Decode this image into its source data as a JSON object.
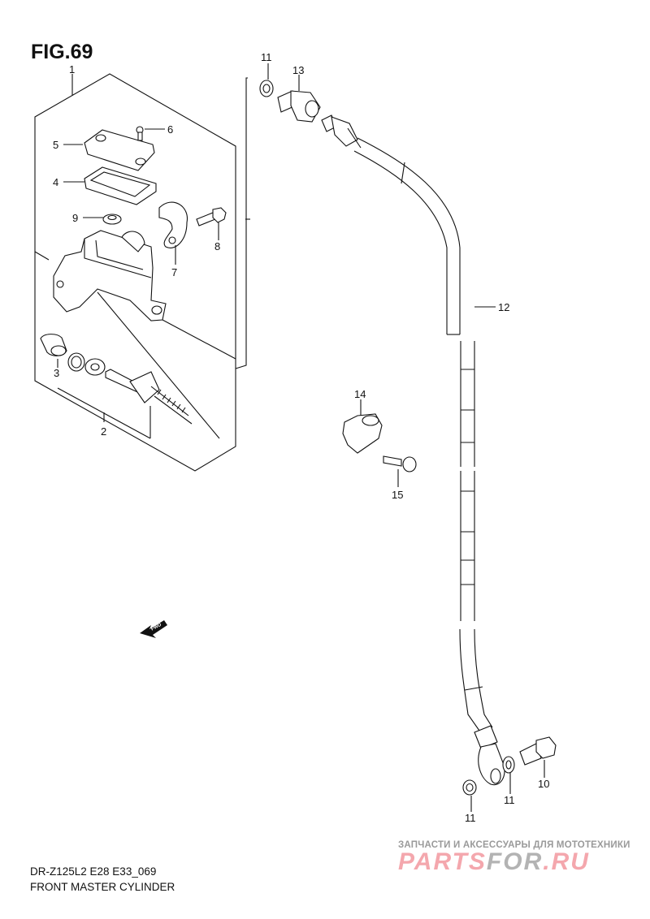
{
  "figure": {
    "title": "FIG.69",
    "model_code": "DR-Z125L2 E28 E33_069",
    "name": "FRONT MASTER CYLINDER"
  },
  "callouts": {
    "c1": "1",
    "c2": "2",
    "c3": "3",
    "c4": "4",
    "c5": "5",
    "c6": "6",
    "c7": "7",
    "c8": "8",
    "c9": "9",
    "c10": "10",
    "c11a": "11",
    "c11b": "11",
    "c11c": "11",
    "c12": "12",
    "c13": "13",
    "c14": "14",
    "c15": "15"
  },
  "direction_marker": {
    "label": "FWD",
    "icon": "forward-arrow-icon"
  },
  "watermark": {
    "tagline": "ЗАПЧАСТИ И АКСЕССУАРЫ ДЛЯ МОТОТЕХНИКИ",
    "brand_part1": "PARTS",
    "brand_part2": "FOR",
    "brand_part3": ".RU",
    "colors": {
      "pink": "#f4a7ad",
      "gray": "#b3b3b3"
    }
  }
}
